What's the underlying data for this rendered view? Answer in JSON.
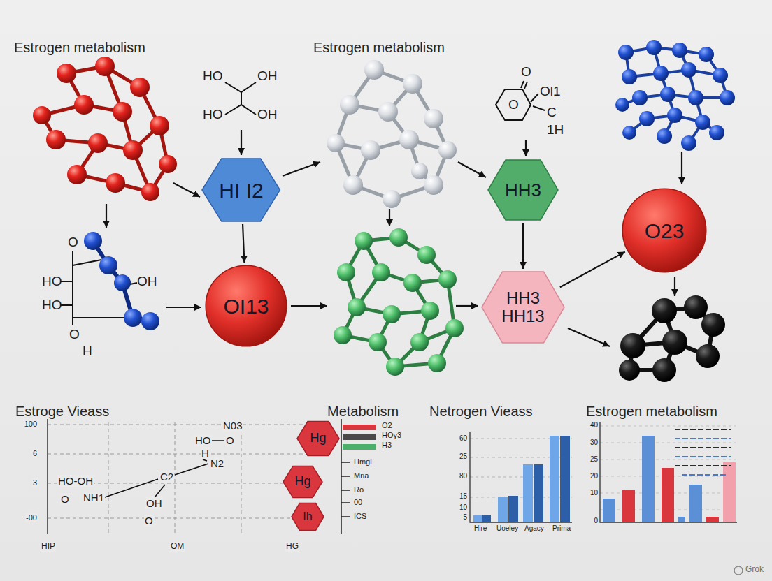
{
  "diagram": {
    "nodes": [
      {
        "text": [
          "HI I2"
        ]
      },
      {
        "text": [
          "OI13"
        ]
      },
      {
        "text": [
          "HH3"
        ]
      },
      {
        "text": [
          "HH3",
          "HH13"
        ]
      },
      {
        "text": [
          "O23"
        ]
      },
      {
        "text": [
          "Hg"
        ]
      },
      {
        "text": [
          "Hg"
        ]
      },
      {
        "text": [
          "Ih"
        ]
      }
    ],
    "edges": [
      {
        "from": 0,
        "to": 1,
        "arrow": "to"
      },
      {
        "from": 2,
        "to": 3,
        "arrow": "to"
      },
      {
        "from": 3,
        "to": 4,
        "arrow": "to"
      }
    ],
    "labels": [
      "Estrogen metabolism",
      "Estrogen metabolism",
      "HO",
      "OH",
      "HO",
      "OH",
      "O",
      "Ol1",
      "C",
      "1H",
      "O",
      "O",
      "HO",
      "OH",
      "HO",
      "O",
      "H",
      "Estroge Vieass",
      "100",
      "6",
      "3",
      "-00",
      "HIP",
      "OM",
      "HG",
      "HO-OH",
      "O",
      "NH1",
      "C2",
      "OH",
      "O",
      "H",
      "N2",
      "HO",
      "O",
      "N03",
      "Metabolism",
      "Hmgl",
      "Mria",
      "Ro",
      "00",
      "ICS",
      "Netrogen Vieass",
      "60",
      "25",
      "80",
      "15",
      "10",
      "5",
      "Hire",
      "Uoeley",
      "Agacy",
      "Prima",
      "Estrogen metabolism",
      "40",
      "30",
      "25",
      "20",
      "10",
      "0",
      "Grok"
    ],
    "legend": [
      {
        "text": "O2",
        "color": "#d9363e"
      },
      {
        "text": "HOγ3",
        "color": "#4a4a4a"
      },
      {
        "text": "H3",
        "color": "#4caf6a"
      }
    ]
  }
}
